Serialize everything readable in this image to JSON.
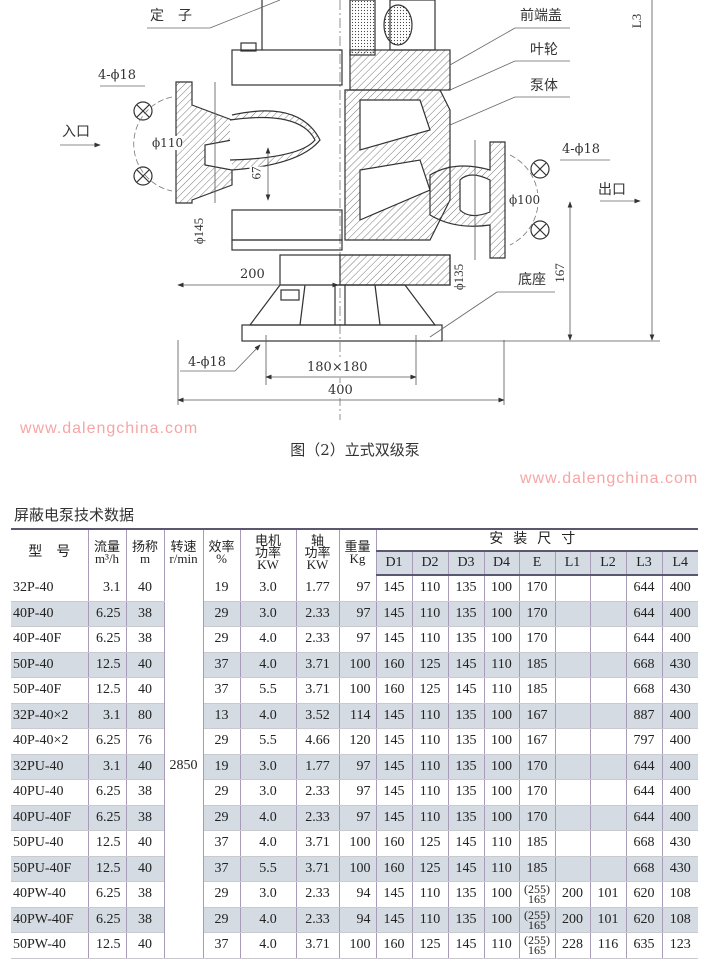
{
  "drawing": {
    "labels": {
      "stator": "定　子",
      "front_cover": "前端盖",
      "impeller": "叶轮",
      "pump_body": "泵体",
      "base": "底座",
      "inlet": "入口",
      "outlet": "出口",
      "inlet_holes": "4-ϕ18",
      "outlet_holes": "4-ϕ18",
      "base_holes": "4-ϕ18",
      "inlet_pcd": "ϕ110",
      "outlet_pcd": "ϕ100",
      "dim_67": "67",
      "dim_145": "ϕ145",
      "dim_135": "ϕ135",
      "dim_167": "167",
      "dim_200": "200",
      "dim_180x180": "180×180",
      "dim_400": "400",
      "dim_L3": "L3"
    },
    "caption": "图（2）立式双级泵",
    "watermark": "www.dalengchina.com",
    "accent_watermark_color": "#f05a5a"
  },
  "table": {
    "title": "屏蔽电泵技术数据",
    "headers": {
      "model": "型　号",
      "flow": [
        "流量",
        "m³/h"
      ],
      "head": [
        "扬称",
        "m"
      ],
      "speed": [
        "转速",
        "r/min"
      ],
      "efficiency": [
        "效率",
        "%"
      ],
      "motor_power": [
        "电机",
        "功率",
        "KW"
      ],
      "shaft_power": [
        "轴",
        "功率",
        "KW"
      ],
      "weight": [
        "重量",
        "Kg"
      ],
      "install_group": "安装尺寸",
      "dims": [
        "D1",
        "D2",
        "D3",
        "D4",
        "E",
        "L1",
        "L2",
        "L3",
        "L4"
      ]
    },
    "speed_value": "2850",
    "rows": [
      {
        "model": "32P-40",
        "flow": "3.1",
        "head": "40",
        "eff": "19",
        "motor": "3.0",
        "shaft": "1.77",
        "weight": "97",
        "D1": "145",
        "D2": "110",
        "D3": "135",
        "D4": "100",
        "E": "170",
        "E_sub": "",
        "L1": "",
        "L2": "",
        "L3": "644",
        "L4": "400"
      },
      {
        "model": "40P-40",
        "flow": "6.25",
        "head": "38",
        "eff": "29",
        "motor": "3.0",
        "shaft": "2.33",
        "weight": "97",
        "D1": "145",
        "D2": "110",
        "D3": "135",
        "D4": "100",
        "E": "170",
        "E_sub": "",
        "L1": "",
        "L2": "",
        "L3": "644",
        "L4": "400"
      },
      {
        "model": "40P-40F",
        "flow": "6.25",
        "head": "38",
        "eff": "29",
        "motor": "4.0",
        "shaft": "2.33",
        "weight": "97",
        "D1": "145",
        "D2": "110",
        "D3": "135",
        "D4": "100",
        "E": "170",
        "E_sub": "",
        "L1": "",
        "L2": "",
        "L3": "644",
        "L4": "400"
      },
      {
        "model": "50P-40",
        "flow": "12.5",
        "head": "40",
        "eff": "37",
        "motor": "4.0",
        "shaft": "3.71",
        "weight": "100",
        "D1": "160",
        "D2": "125",
        "D3": "145",
        "D4": "110",
        "E": "185",
        "E_sub": "",
        "L1": "",
        "L2": "",
        "L3": "668",
        "L4": "430"
      },
      {
        "model": "50P-40F",
        "flow": "12.5",
        "head": "40",
        "eff": "37",
        "motor": "5.5",
        "shaft": "3.71",
        "weight": "100",
        "D1": "160",
        "D2": "125",
        "D3": "145",
        "D4": "110",
        "E": "185",
        "E_sub": "",
        "L1": "",
        "L2": "",
        "L3": "668",
        "L4": "430"
      },
      {
        "model": "32P-40×2",
        "flow": "3.1",
        "head": "80",
        "eff": "13",
        "motor": "4.0",
        "shaft": "3.52",
        "weight": "114",
        "D1": "145",
        "D2": "110",
        "D3": "135",
        "D4": "100",
        "E": "167",
        "E_sub": "",
        "L1": "",
        "L2": "",
        "L3": "887",
        "L4": "400"
      },
      {
        "model": "40P-40×2",
        "flow": "6.25",
        "head": "76",
        "eff": "29",
        "motor": "5.5",
        "shaft": "4.66",
        "weight": "120",
        "D1": "145",
        "D2": "110",
        "D3": "135",
        "D4": "100",
        "E": "167",
        "E_sub": "",
        "L1": "",
        "L2": "",
        "L3": "797",
        "L4": "400"
      },
      {
        "model": "32PU-40",
        "flow": "3.1",
        "head": "40",
        "eff": "19",
        "motor": "3.0",
        "shaft": "1.77",
        "weight": "97",
        "D1": "145",
        "D2": "110",
        "D3": "135",
        "D4": "100",
        "E": "170",
        "E_sub": "",
        "L1": "",
        "L2": "",
        "L3": "644",
        "L4": "400"
      },
      {
        "model": "40PU-40",
        "flow": "6.25",
        "head": "38",
        "eff": "29",
        "motor": "3.0",
        "shaft": "2.33",
        "weight": "97",
        "D1": "145",
        "D2": "110",
        "D3": "135",
        "D4": "100",
        "E": "170",
        "E_sub": "",
        "L1": "",
        "L2": "",
        "L3": "644",
        "L4": "400"
      },
      {
        "model": "40PU-40F",
        "flow": "6.25",
        "head": "38",
        "eff": "29",
        "motor": "4.0",
        "shaft": "2.33",
        "weight": "97",
        "D1": "145",
        "D2": "110",
        "D3": "135",
        "D4": "100",
        "E": "170",
        "E_sub": "",
        "L1": "",
        "L2": "",
        "L3": "644",
        "L4": "400"
      },
      {
        "model": "50PU-40",
        "flow": "12.5",
        "head": "40",
        "eff": "37",
        "motor": "4.0",
        "shaft": "3.71",
        "weight": "100",
        "D1": "160",
        "D2": "125",
        "D3": "145",
        "D4": "110",
        "E": "185",
        "E_sub": "",
        "L1": "",
        "L2": "",
        "L3": "668",
        "L4": "430"
      },
      {
        "model": "50PU-40F",
        "flow": "12.5",
        "head": "40",
        "eff": "37",
        "motor": "5.5",
        "shaft": "3.71",
        "weight": "100",
        "D1": "160",
        "D2": "125",
        "D3": "145",
        "D4": "110",
        "E": "185",
        "E_sub": "",
        "L1": "",
        "L2": "",
        "L3": "668",
        "L4": "430"
      },
      {
        "model": "40PW-40",
        "flow": "6.25",
        "head": "38",
        "eff": "29",
        "motor": "3.0",
        "shaft": "2.33",
        "weight": "94",
        "D1": "145",
        "D2": "110",
        "D3": "135",
        "D4": "100",
        "E": "(255)",
        "E_sub": "165",
        "L1": "200",
        "L2": "101",
        "L3": "620",
        "L4": "108"
      },
      {
        "model": "40PW-40F",
        "flow": "6.25",
        "head": "38",
        "eff": "29",
        "motor": "4.0",
        "shaft": "2.33",
        "weight": "94",
        "D1": "145",
        "D2": "110",
        "D3": "135",
        "D4": "100",
        "E": "(255)",
        "E_sub": "165",
        "L1": "200",
        "L2": "101",
        "L3": "620",
        "L4": "108"
      },
      {
        "model": "50PW-40",
        "flow": "12.5",
        "head": "40",
        "eff": "37",
        "motor": "4.0",
        "shaft": "3.71",
        "weight": "100",
        "D1": "160",
        "D2": "125",
        "D3": "145",
        "D4": "110",
        "E": "(255)",
        "E_sub": "165",
        "L1": "228",
        "L2": "116",
        "L3": "635",
        "L4": "123"
      }
    ],
    "colors": {
      "shade": "#d4dbe2",
      "rule": "#5a5770",
      "grid": "#a89bb8"
    }
  }
}
